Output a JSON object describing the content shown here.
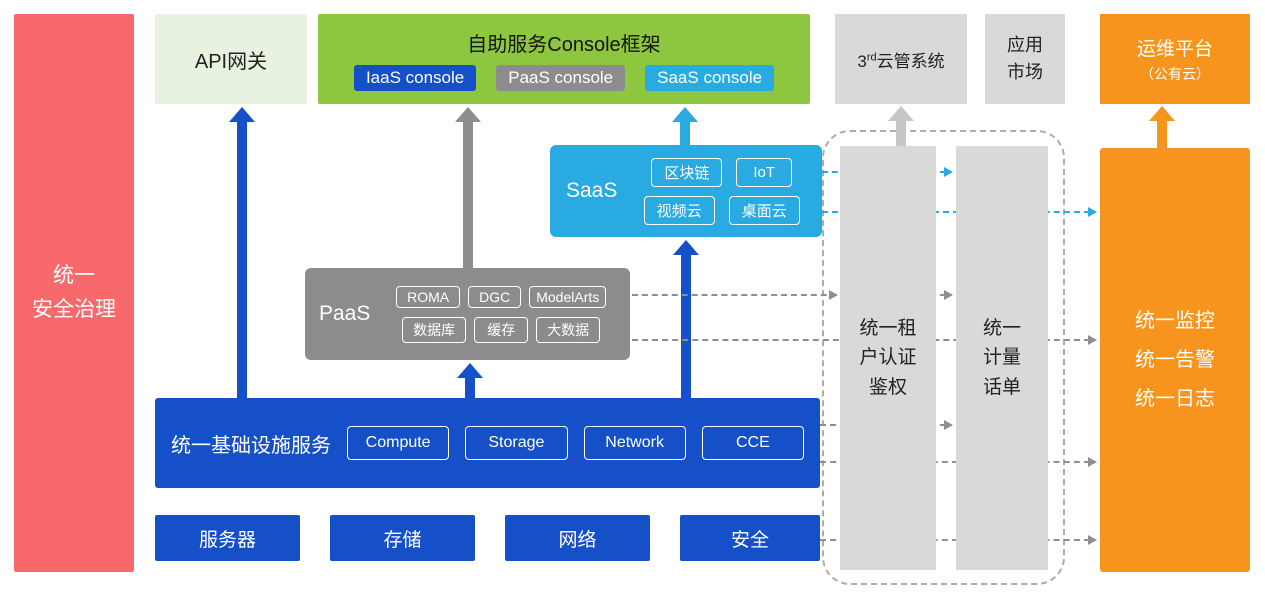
{
  "colors": {
    "security_red": "#F7696B",
    "api_light_green": "#E7F2E1",
    "console_green": "#8DC63F",
    "primary_blue": "#1550C8",
    "paas_gray": "#8C8C8C",
    "panel_gray": "#D9D9D9",
    "saas_cyan": "#29ABE2",
    "om_orange": "#F7941E"
  },
  "security_bar": {
    "label": "统一\n安全治理"
  },
  "api_gateway": {
    "label": "API网关"
  },
  "console_frame": {
    "title": "自助服务Console框架",
    "items": [
      "IaaS console",
      "PaaS console",
      "SaaS console"
    ]
  },
  "third_cloud": {
    "base": "3",
    "sup": "rd",
    "rest": "云管系统"
  },
  "app_market": {
    "label": "应用\n市场"
  },
  "om_platform": {
    "line1": "运维平台",
    "line2": "（公有云）"
  },
  "saas": {
    "label": "SaaS",
    "items": [
      "区块链",
      "IoT",
      "视频云",
      "桌面云"
    ]
  },
  "paas": {
    "label": "PaaS",
    "items": [
      "ROMA",
      "DGC",
      "ModelArts",
      "数据库",
      "缓存",
      "大数据"
    ]
  },
  "iaas": {
    "label": "统一基础设施服务",
    "items": [
      "Compute",
      "Storage",
      "Network",
      "CCE"
    ]
  },
  "hardware": [
    "服务器",
    "存储",
    "网络",
    "安全"
  ],
  "auth_bar": {
    "label": "统一租\n户认证\n鉴权"
  },
  "metering_bar": {
    "label": "统一\n计量\n话单"
  },
  "monitor_bar": {
    "label": "统一监控\n统一告警\n统一日志"
  }
}
